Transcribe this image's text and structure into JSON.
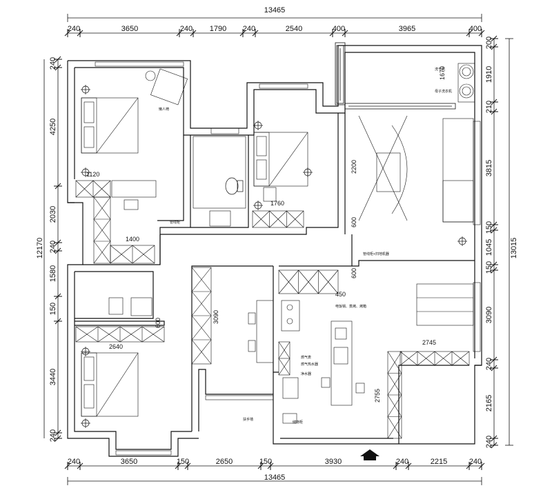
{
  "overall": {
    "top_total": "13465",
    "bottom_total": "13465",
    "right_total": "13015",
    "left_total": "12170"
  },
  "top_dims": [
    "240",
    "3650",
    "240",
    "1790",
    "240",
    "2540",
    "400",
    "3965",
    "400"
  ],
  "bottom_dims": [
    "240",
    "3650",
    "150",
    "2650",
    "150",
    "3930",
    "240",
    "2215",
    "240"
  ],
  "left_dims": [
    "240",
    "4250",
    "2030",
    "240",
    "1580",
    "150",
    "3440",
    "240"
  ],
  "right_dims": [
    "200",
    "1910",
    "210",
    "3815",
    "150",
    "1045",
    "150",
    "3090",
    "240",
    "2165",
    "240"
  ],
  "room_dims": {
    "d1120": "1120",
    "d1400": "1400",
    "d1760": "1760",
    "d2640": "2640",
    "d600": "600",
    "d2745": "2745",
    "d2755": "2755",
    "d3090": "3090",
    "d2200": "2200",
    "d600b": "600",
    "d450": "450",
    "d1670": "1670",
    "d600c": "600"
  },
  "annotations": {
    "lazy_chair": "懒人椅",
    "pipe_well_1": "管线柜",
    "pipe_well_2": "管线柜+扫地机器",
    "washer": "洗干机",
    "dryer": "母子洗衣机",
    "fridge_note": "电饭锅、蒸烤、烤箱",
    "gas_meter": "燃气表",
    "heater": "燃气热水器",
    "handrail": "扶手墙",
    "water_purifier": "净水器",
    "cabinet": "储物柜"
  },
  "icons": [
    "entrance-arrow-icon",
    "column-icon",
    "toilet-icon",
    "stove-icon",
    "sink-icon"
  ],
  "colors": {
    "line": "#111111",
    "wall": "#222222",
    "background": "#ffffff"
  }
}
